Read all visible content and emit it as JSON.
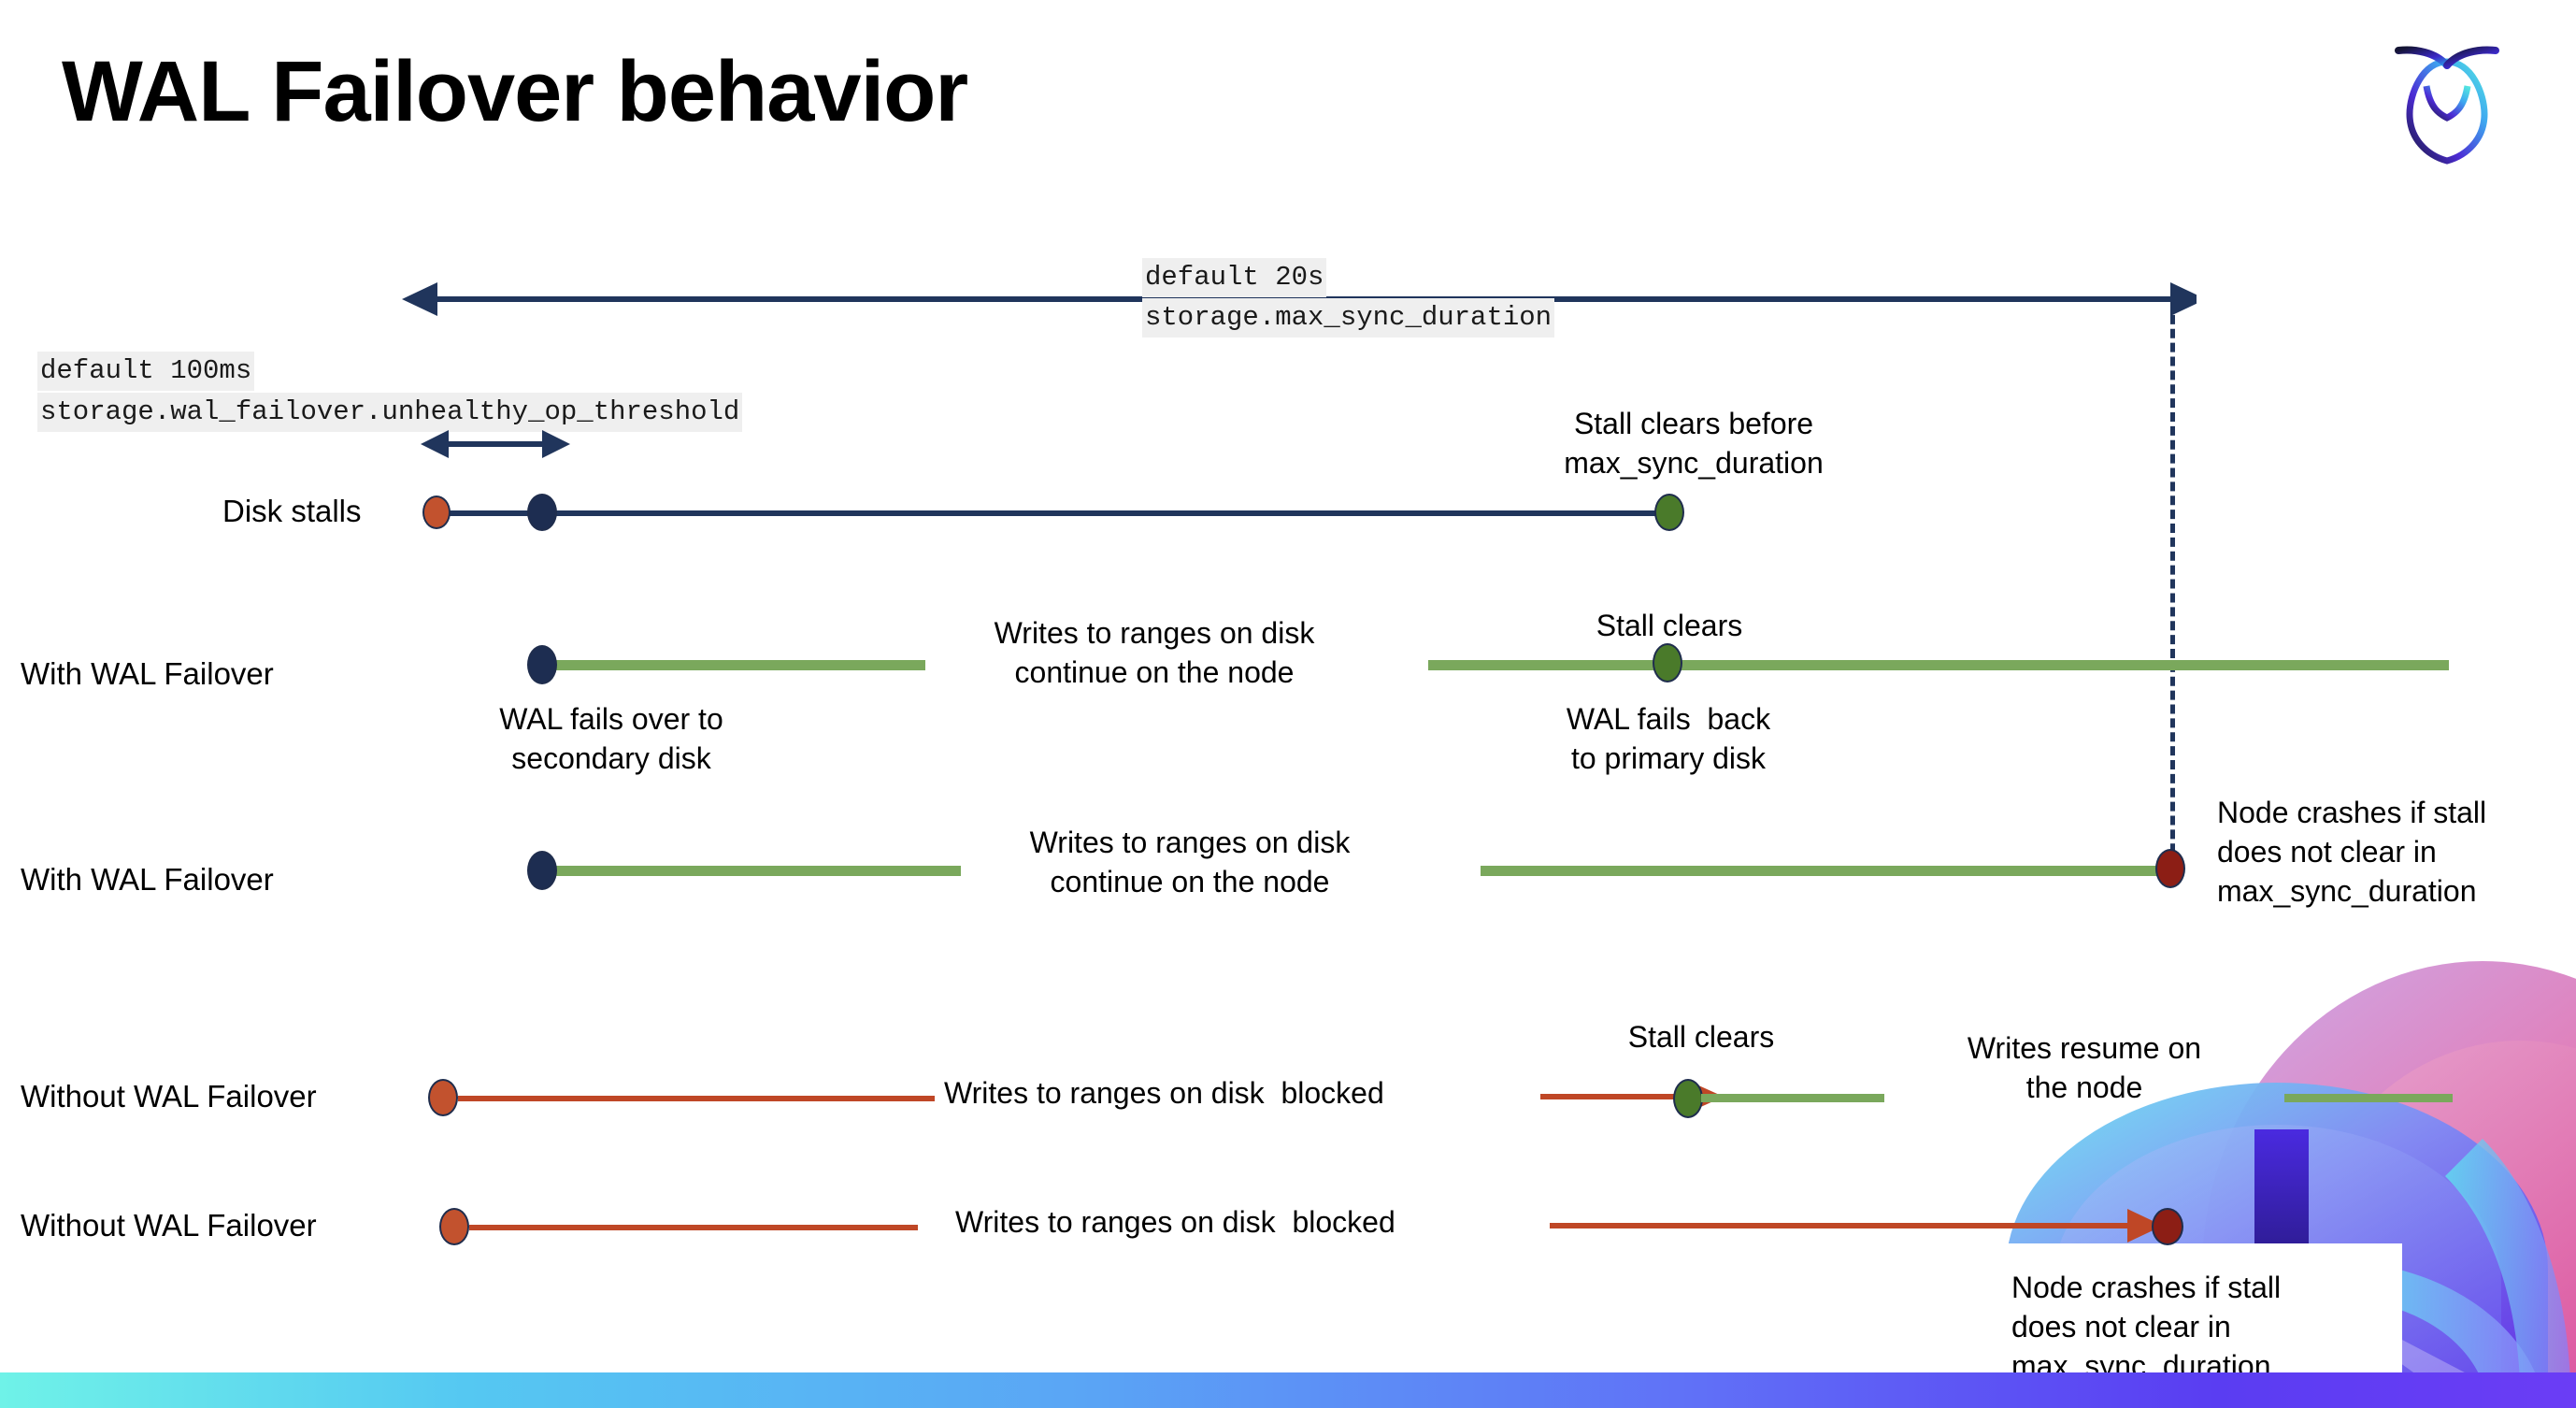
{
  "slide": {
    "title": "WAL Failover behavior",
    "logo_name": "cockroachdb-logo"
  },
  "annotations": {
    "max_sync": {
      "default_label": "default 20s",
      "setting_label": "storage.max_sync_duration"
    },
    "unhealthy_op": {
      "default_label": "default 100ms",
      "setting_label": "storage.wal_failover.unhealthy_op_threshold"
    }
  },
  "rows": [
    {
      "id": "disk-stalls",
      "label": "Disk stalls",
      "notes": [
        {
          "id": "stall-clears-before",
          "text": "Stall clears before\nmax_sync_duration"
        }
      ]
    },
    {
      "id": "with-wal-failover-1",
      "label": "With WAL Failover",
      "notes": [
        {
          "id": "writes-continue",
          "text": "Writes to ranges on disk\ncontinue on the node"
        },
        {
          "id": "stall-clears",
          "text": "Stall clears"
        },
        {
          "id": "wal-fails-back",
          "text": "WAL fails  back\nto primary disk"
        },
        {
          "id": "wal-fails-over",
          "text": "WAL fails over to\nsecondary disk"
        }
      ]
    },
    {
      "id": "with-wal-failover-2",
      "label": "With WAL Failover",
      "notes": [
        {
          "id": "writes-continue-2",
          "text": "Writes to ranges on disk\ncontinue on the node"
        },
        {
          "id": "node-crashes-1",
          "text": "Node crashes if stall\ndoes not clear in\nmax_sync_duration"
        }
      ]
    },
    {
      "id": "without-wal-failover-1",
      "label": "Without WAL Failover",
      "notes": [
        {
          "id": "writes-blocked-1",
          "text": "Writes to ranges on disk  blocked"
        },
        {
          "id": "stall-clears-2",
          "text": "Stall clears"
        },
        {
          "id": "writes-resume",
          "text": "Writes resume on\nthe node"
        }
      ]
    },
    {
      "id": "without-wal-failover-2",
      "label": "Without WAL Failover",
      "notes": [
        {
          "id": "writes-blocked-2",
          "text": "Writes to ranges on disk  blocked"
        },
        {
          "id": "node-crashes-2",
          "text": "Node crashes if stall\ndoes not clear in\nmax_sync_duration"
        }
      ]
    }
  ],
  "colors": {
    "navy": "#20355c",
    "green": "#7aa85c",
    "red_line": "#bf4726",
    "dot_red": "#c2522e",
    "dot_navy": "#1d2d51",
    "dot_green": "#4a7a2a",
    "dot_dark_red": "#8c1e15",
    "chip_bg": "#efefef",
    "bottom_bar_from": "#6ff2e8",
    "bottom_bar_to": "#6b3df5"
  },
  "icons": {
    "arrow_left": "arrow-left-icon",
    "arrow_right": "arrow-right-icon",
    "double_arrow": "double-arrow-icon"
  }
}
